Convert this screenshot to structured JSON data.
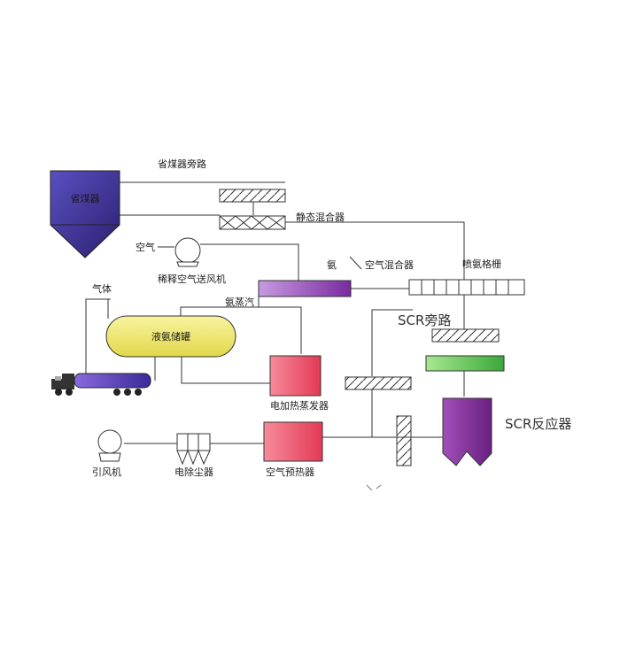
{
  "labels": {
    "economizer": "省煤器",
    "economizer_bypass": "省煤器旁路",
    "static_mixer": "静态混合器",
    "air": "空气",
    "dilution_fan": "稀释空气送风机",
    "ammonia_air_mixer_a": "氨",
    "ammonia_air_mixer_b": "空气混合器",
    "ammonia_grid": "喷氨格栅",
    "gas": "气体",
    "ammonia_vapor": "氨蒸汽",
    "ammonia_tank": "液氨储罐",
    "scr_bypass": "SCR旁路",
    "electric_evaporator": "电加热蒸发器",
    "scr_reactor": "SCR反应器",
    "induced_fan": "引风机",
    "electrostatic_precipitator": "电除尘器",
    "air_preheater": "空气预热器"
  },
  "colors": {
    "economizer": "#3a2f8c",
    "mixer_bar": "#8c3fb0",
    "tank": "#f4ee6e",
    "evaporator": "#ee4a62",
    "preheater": "#ee4a62",
    "scr_catalyst": "#55c04a",
    "scr_reactor": "#8a2f9c",
    "truck_tank": "#5a3cc0"
  }
}
